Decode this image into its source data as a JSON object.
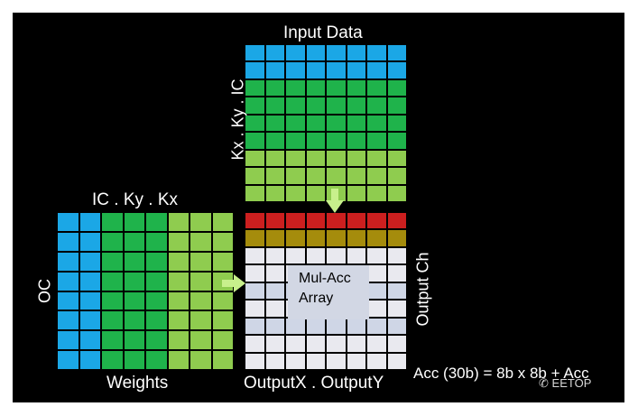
{
  "labels": {
    "input_data": "Input Data",
    "kx_ky_ic": "Kx . Ky . IC",
    "ic_ky_kx": "IC . Ky . Kx",
    "oc": "OC",
    "weights": "Weights",
    "output_ch": "Output Ch",
    "output_xy": "OutputX . OutputY",
    "mul_acc_line1": "Mul-Acc",
    "mul_acc_line2": "Array",
    "acc_formula": "Acc (30b) = 8b x 8b + Acc",
    "watermark": "EETOP"
  },
  "colors": {
    "background": "#000000",
    "blue": "#1ba7e6",
    "green_dark": "#1fb34b",
    "green_light": "#8fcc4f",
    "red": "#cc1f1f",
    "olive": "#a58c0c",
    "light_gray": "#e9e9ef",
    "light_blue_gray": "#cfd6e6",
    "arrow": "#c8f08c"
  },
  "input_grid_rows": [
    "blue",
    "blue",
    "green_dark",
    "green_dark",
    "green_dark",
    "green_dark",
    "green_light",
    "green_light",
    "green_light"
  ],
  "weights_grid_cols": [
    "blue",
    "blue",
    "green_dark",
    "green_dark",
    "green_dark",
    "green_light",
    "green_light",
    "green_light"
  ],
  "output_grid_rows": [
    "red",
    "olive",
    "light_gray",
    "light_gray",
    "light_blue_gray",
    "light_gray",
    "light_blue_gray",
    "light_gray",
    "light_gray"
  ]
}
